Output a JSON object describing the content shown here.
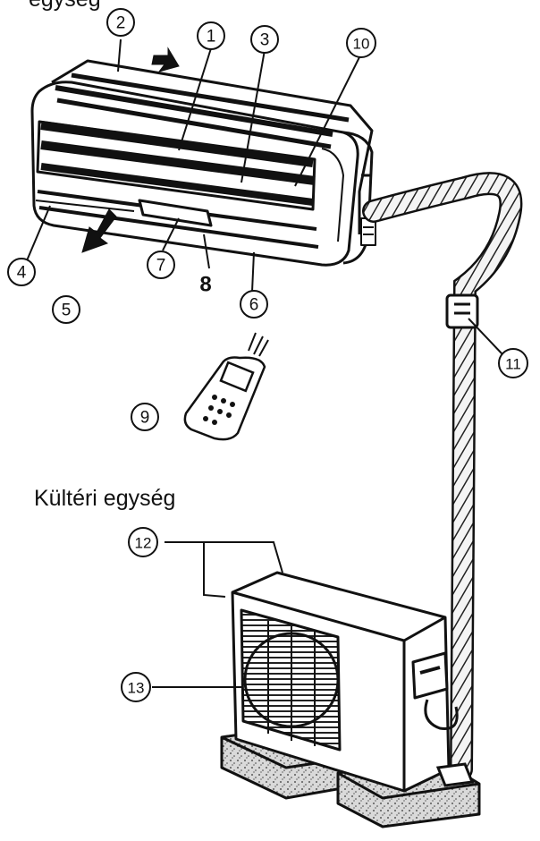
{
  "titles": {
    "indoor_partial": "egység",
    "outdoor": "Kültéri egység"
  },
  "callouts": [
    {
      "id": "1",
      "label": "①"
    },
    {
      "id": "2",
      "label": "②"
    },
    {
      "id": "3",
      "label": "③"
    },
    {
      "id": "4",
      "label": "④"
    },
    {
      "id": "5",
      "label": "⑤"
    },
    {
      "id": "6",
      "label": "⑥"
    },
    {
      "id": "7",
      "label": "⑦"
    },
    {
      "id": "8",
      "label": "8"
    },
    {
      "id": "9",
      "label": "⑨"
    },
    {
      "id": "10",
      "label": "⑩"
    },
    {
      "id": "11",
      "label": "⑪"
    },
    {
      "id": "12",
      "label": "⑫"
    },
    {
      "id": "13",
      "label": "⑬"
    }
  ],
  "colors": {
    "ink": "#111111",
    "concrete": "#cfcfcf"
  }
}
